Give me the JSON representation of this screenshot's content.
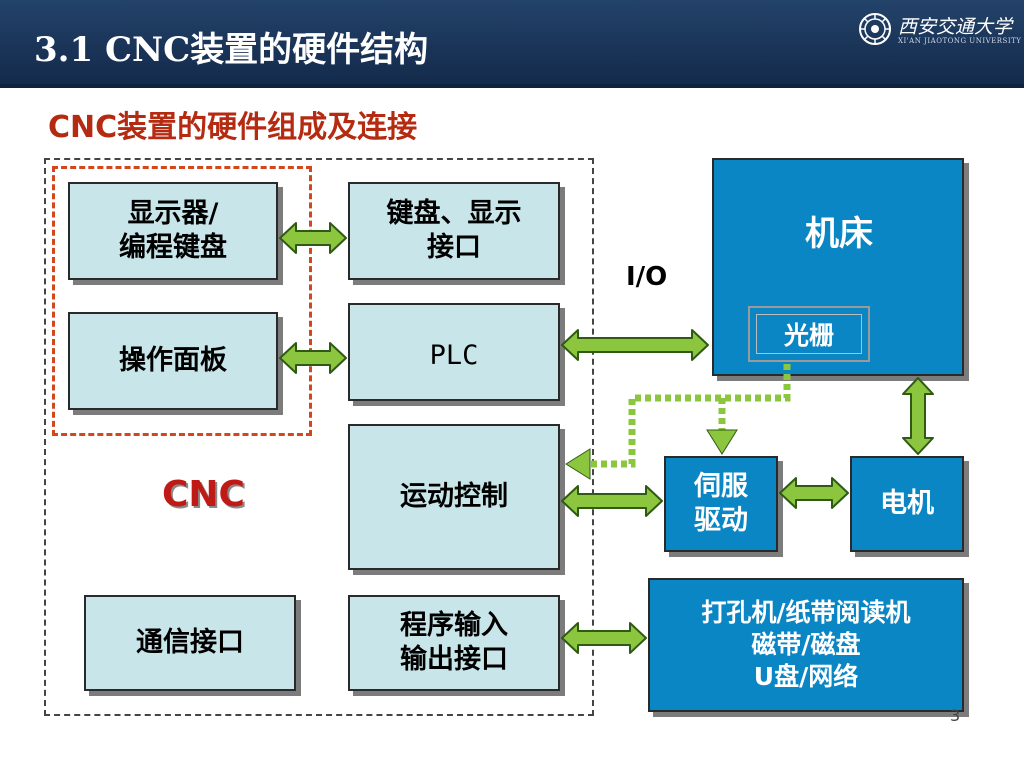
{
  "header": {
    "title": "3.1 CNC装置的硬件结构",
    "logo": {
      "name": "西安交通大学",
      "subtitle": "XI'AN JIAOTONG UNIVERSITY"
    }
  },
  "subtitle": "CNC装置的硬件组成及连接",
  "cnc_device": {
    "label": "CNC",
    "display_keyboard": {
      "line1": "显示器/",
      "line2": "编程键盘"
    },
    "operator_panel": "操作面板",
    "keyboard_display_interface": {
      "line1": "键盘、显示",
      "line2": "接口"
    },
    "plc": "PLC",
    "motion_control": "运动控制",
    "communication_interface": "通信接口",
    "program_io_interface": {
      "line1": "程序输入",
      "line2": "输出接口"
    }
  },
  "io_label": "I/O",
  "machine_tool": {
    "label": "机床",
    "grating": "光栅"
  },
  "servo_drive": {
    "line1": "伺服",
    "line2": "驱动"
  },
  "motor": "电机",
  "peripherals": {
    "line1": "打孔机/纸带阅读机",
    "line2": "磁带/磁盘",
    "line3": "U盘/网络"
  },
  "page_number": "3",
  "colors": {
    "header_bg": "#1a3458",
    "subtitle": "#b42b12",
    "light_box": "#c8e6ea",
    "blue_box": "#0a86c4",
    "arrow_fill": "#8cc63f",
    "arrow_stroke": "#2f5a14",
    "feedback_dots": "#8cc63f",
    "hmi_outline": "#d2481c"
  }
}
